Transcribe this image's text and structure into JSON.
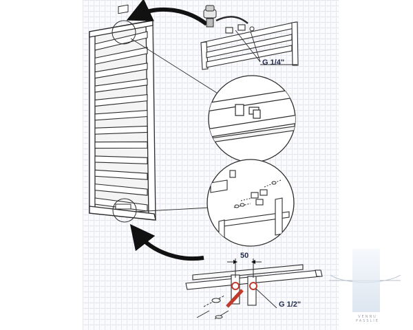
{
  "labels": {
    "thread_top": "G 1/4\"",
    "thread_bottom": "G 1/2\"",
    "spacing": "50"
  },
  "watermark": {
    "line1": "VENNU",
    "line2": "PASSLIE"
  },
  "colors": {
    "ink": "#2a2a2a",
    "label_ink": "#222a4a",
    "accent_red": "#c0392b",
    "grid": "#e6e8f0"
  },
  "icons": [
    "thermostatic-valve-icon",
    "curved-arrow-icon",
    "bleed-screw-icon",
    "wall-dowel-icon"
  ]
}
